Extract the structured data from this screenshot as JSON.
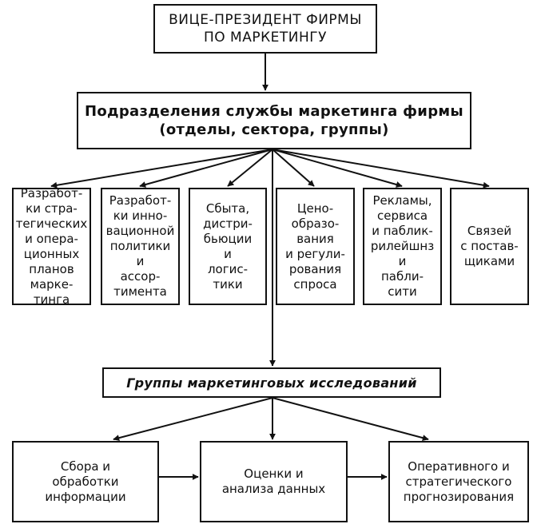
{
  "vice_president": {
    "label": "ВИЦЕ-ПРЕЗИДЕНТ ФИРМЫ\nПО МАРКЕТИНГУ"
  },
  "divisions": {
    "label": "Подразделения службы маркетинга фирмы\n(отделы, сектора, группы)"
  },
  "units": [
    {
      "label": "Разработ-\nки стра-\nтегических\nи опера-\nционных\nпланов\nмаркe-\nтинга"
    },
    {
      "label": "Разработ-\nки инно-\nвационной\nполитики\nи\nассор-\nтимента"
    },
    {
      "label": "Сбыта,\nдистри-\nбьюции\nи\nлогис-\nтики"
    },
    {
      "label": "Цено-\nобразо-\nвания\nи регули-\nрования\nспроса"
    },
    {
      "label": "Рекламы,\nсервиса\nи паблик-\nрилейшнз\nи\nпабли-\nсити"
    },
    {
      "label": "Связей\nс постав-\nщиками"
    }
  ],
  "research_groups": {
    "label": "Группы маркетинговых исследований"
  },
  "research_units": [
    {
      "label": "Сбора и\nобработки\nинформации"
    },
    {
      "label": "Оценки и\nанализа данных"
    },
    {
      "label": "Оперативного и\nстратегического\nпрогнозирования"
    }
  ],
  "colors": {
    "line": "#111111",
    "background": "#ffffff"
  }
}
